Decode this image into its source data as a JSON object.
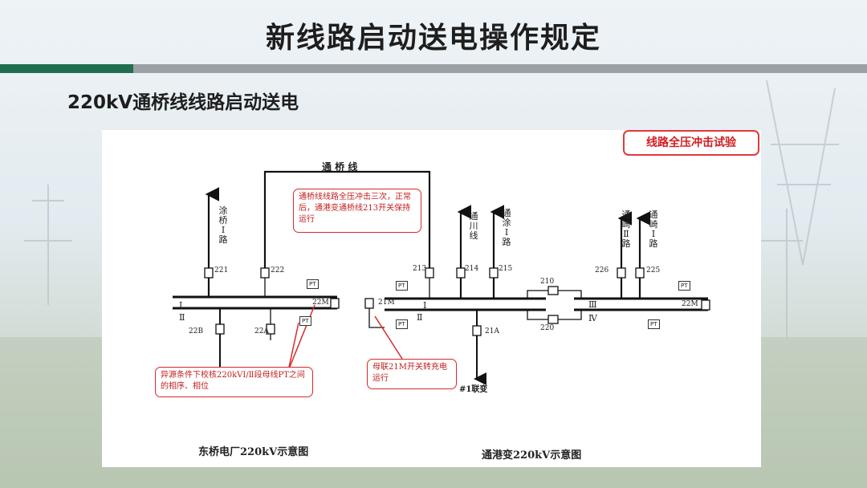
{
  "slide_title": "新线路启动送电操作规定",
  "subtitle": "220kV通桥线线路启动送电",
  "badge": "线路全压冲击试验",
  "line_top_label": "通 桥 线",
  "callouts": {
    "top": "通桥线线路全压冲击三次，正常后，通港变通桥线213开关保持运行",
    "left": "异源条件下校核220kVⅠ/Ⅱ段母线PT之间的相序、相位",
    "mid": "母联21M开关转充电运行"
  },
  "left_station": {
    "caption": "东桥电厂220kV示意图",
    "line_name": "涂桥Ⅰ路",
    "switches": [
      "221",
      "222",
      "22B",
      "22A",
      "22M"
    ],
    "buses": [
      "Ⅰ",
      "Ⅱ"
    ],
    "pt": "PT"
  },
  "right_station": {
    "caption": "通港变220kV示意图",
    "lines": [
      "通川线",
      "通涂Ⅰ路",
      "通崎Ⅱ路",
      "通崎Ⅰ路"
    ],
    "switches": [
      "213",
      "214",
      "215",
      "210",
      "220",
      "21M",
      "21A",
      "226",
      "225",
      "22M"
    ],
    "buses": [
      "Ⅰ",
      "Ⅱ",
      "Ⅲ",
      "Ⅳ"
    ],
    "transformer": "#1联变",
    "pt": "PT"
  }
}
